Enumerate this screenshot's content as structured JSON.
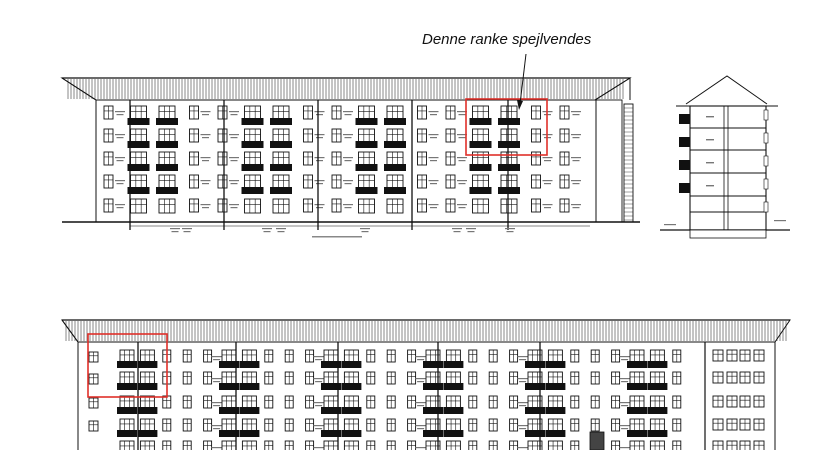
{
  "annotation": {
    "text": "Denne ranke spejlvendes"
  },
  "colors": {
    "line": "#111111",
    "highlight": "#e0302a",
    "paper": "#ffffff"
  },
  "drawings": [
    {
      "name": "front-elevation-top",
      "floors": 5,
      "bays": 17,
      "view": "elevation"
    },
    {
      "name": "section-view",
      "floors": 5,
      "view": "section"
    },
    {
      "name": "rear-elevation-bottom",
      "floors": 5,
      "bays": 28,
      "view": "elevation"
    }
  ]
}
